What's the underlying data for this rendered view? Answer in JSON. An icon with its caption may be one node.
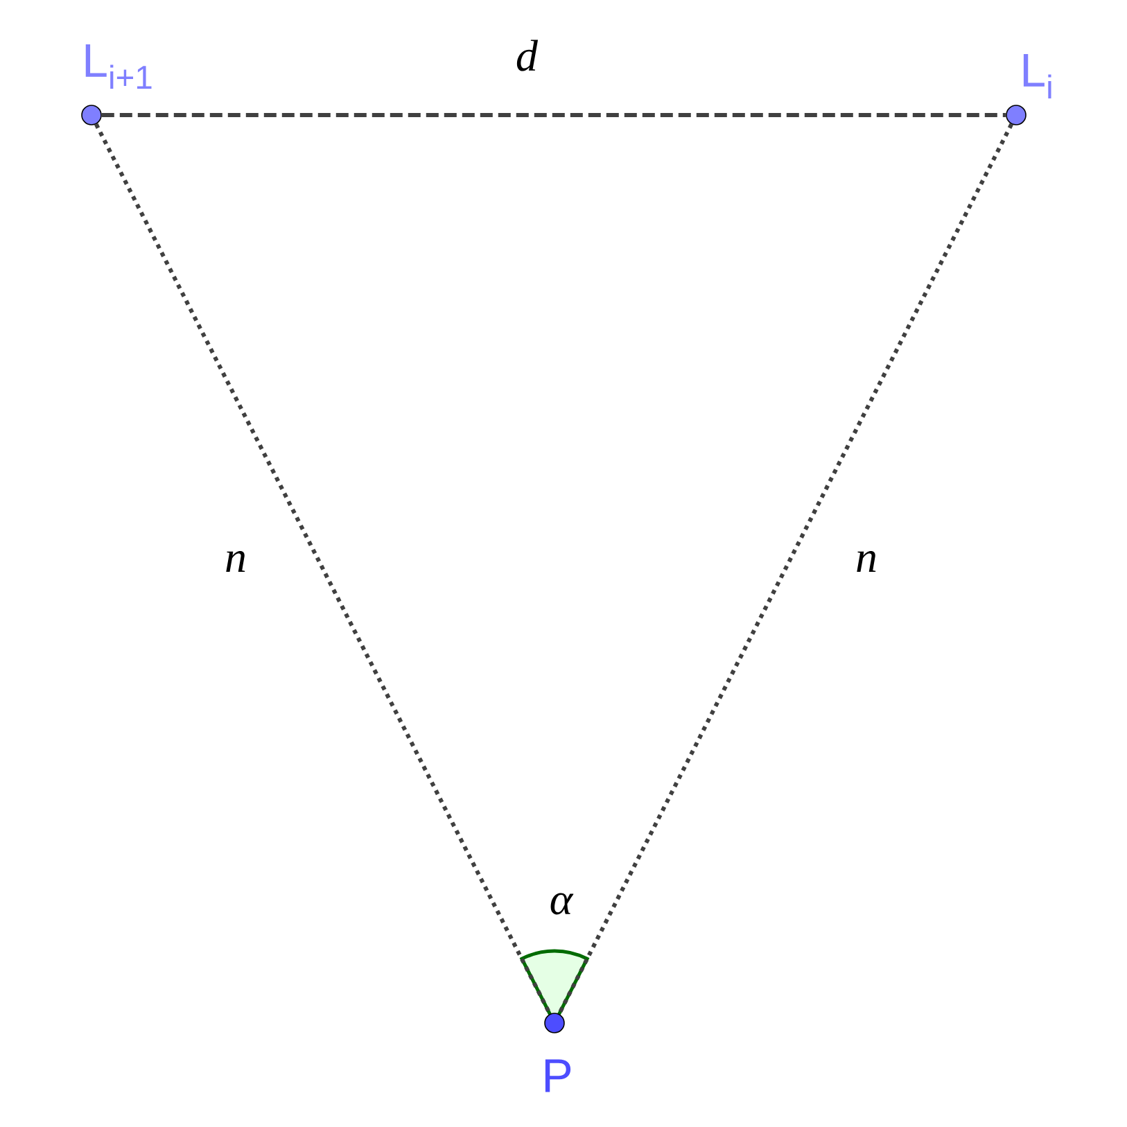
{
  "diagram": {
    "nodes": [
      {
        "text": [],
        "shape": "circle",
        "beside": [
          "L$_{i+1}$"
        ]
      },
      {
        "text": [],
        "shape": "circle",
        "beside": [
          "L$_{i}$"
        ]
      },
      {
        "text": [],
        "shape": "circle",
        "beside": [
          "P"
        ]
      }
    ],
    "edges": [
      {
        "from": 0,
        "to": 1,
        "arrow": "none",
        "label": "*d*",
        "style": "dashed"
      },
      {
        "from": 0,
        "to": 2,
        "arrow": "none",
        "label": "*n*"
      },
      {
        "from": 1,
        "to": 2,
        "arrow": "none",
        "label": "*n*"
      }
    ],
    "labels": [
      "*α*"
    ]
  }
}
